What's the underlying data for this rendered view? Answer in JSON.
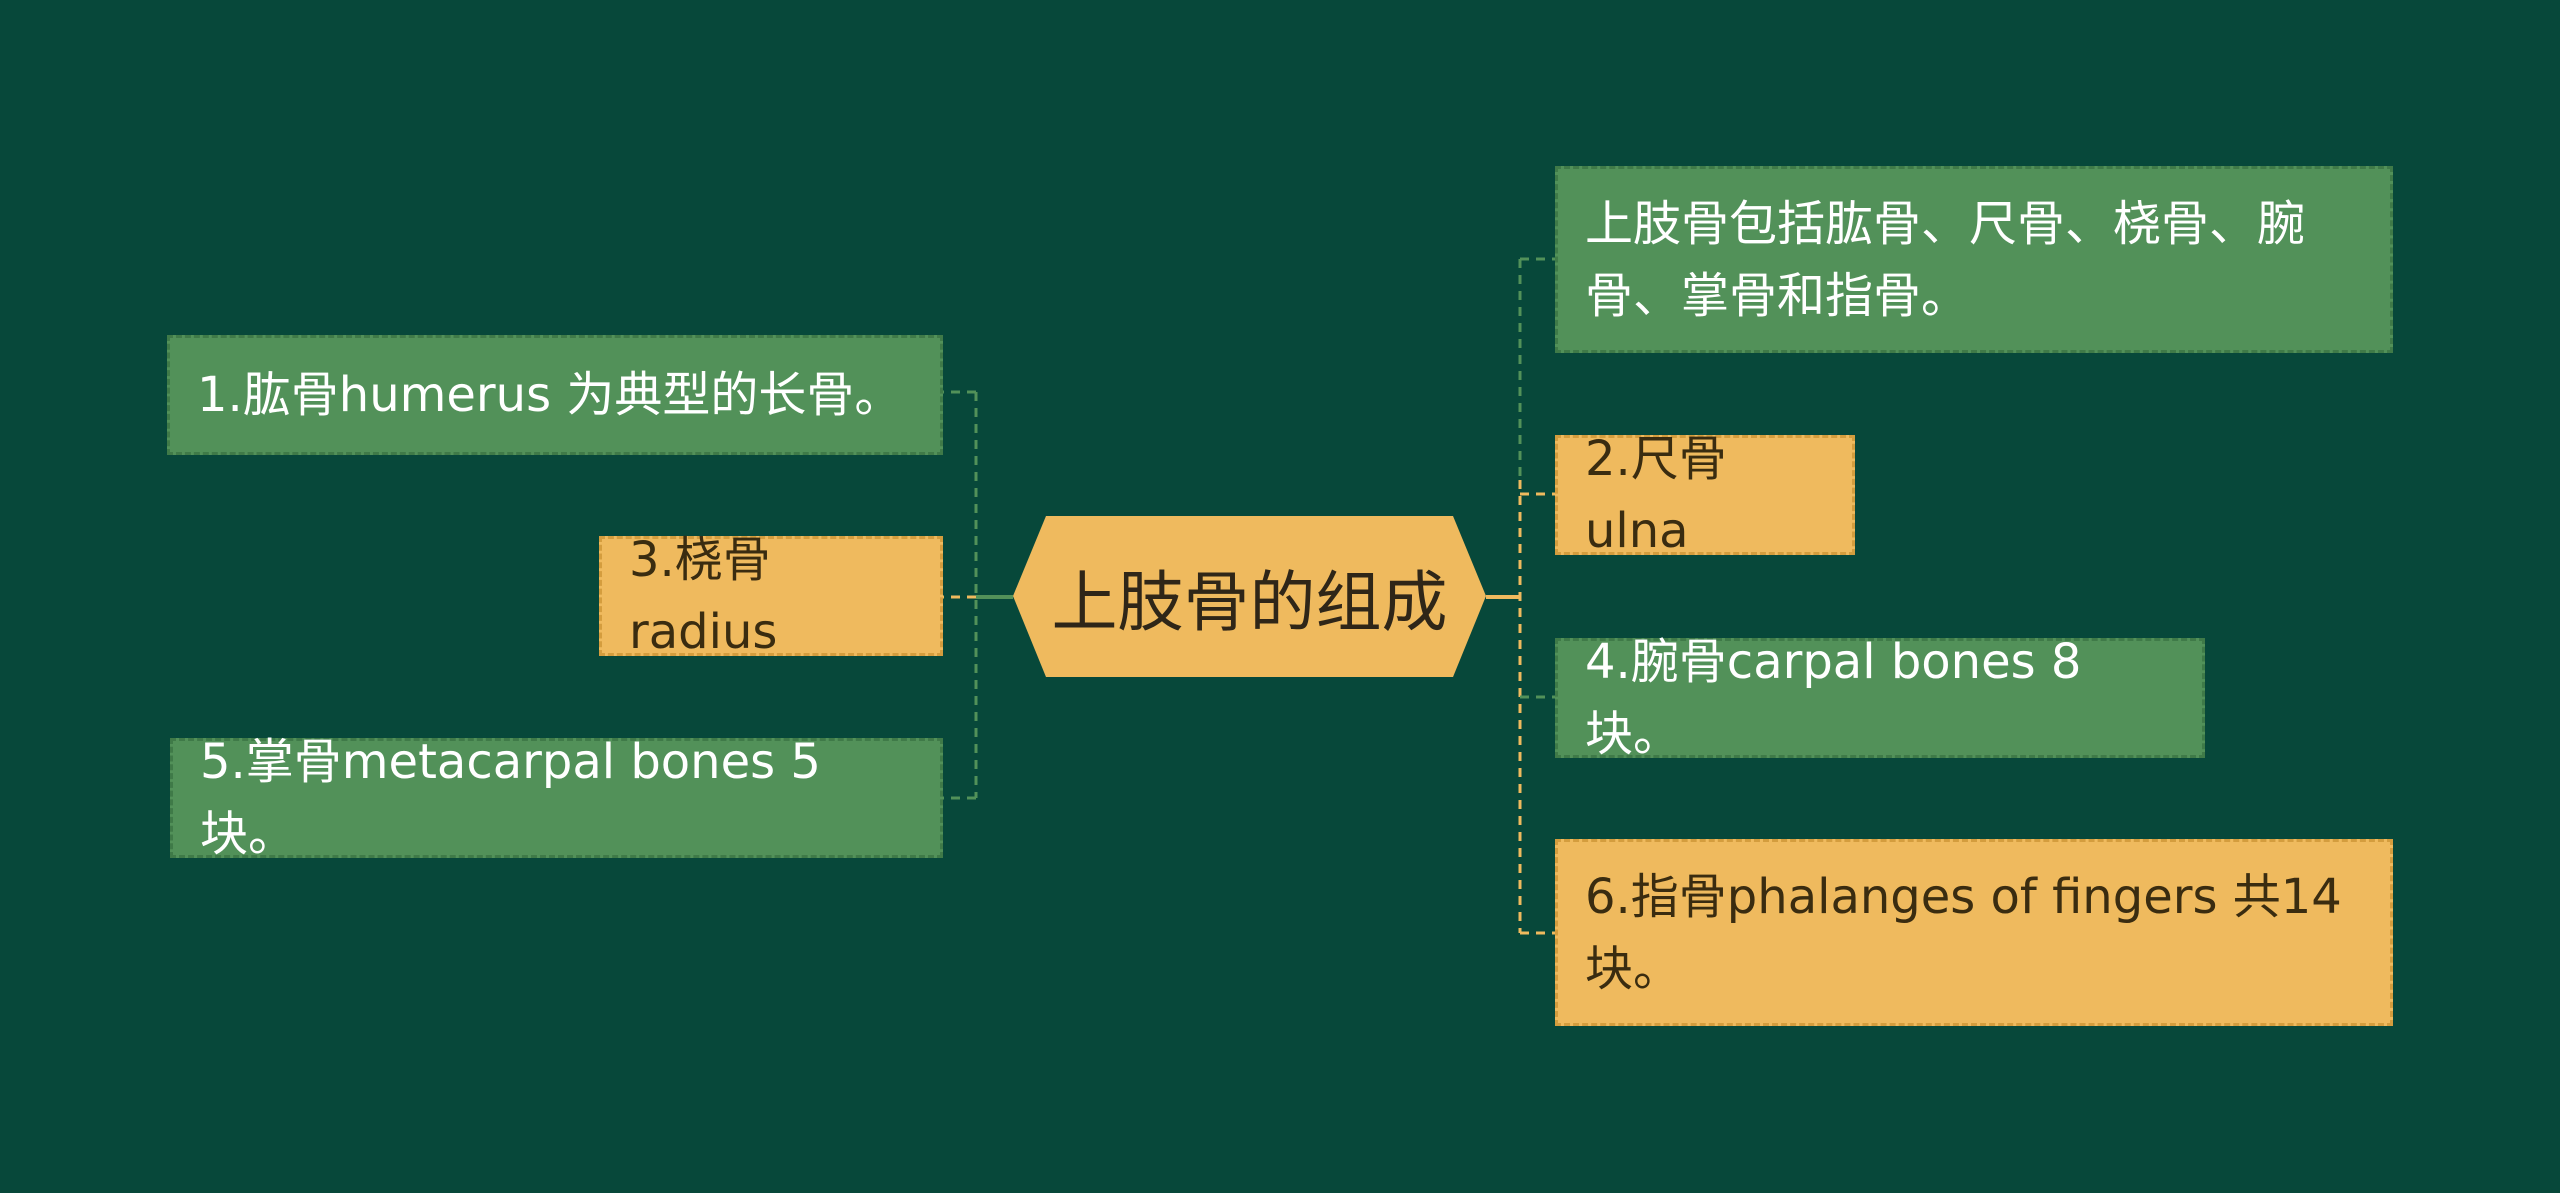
{
  "colors": {
    "background": "#07483a",
    "green_node": "#529159",
    "orange_node": "#efba5e",
    "green_line": "#529159",
    "orange_line": "#efba5e"
  },
  "center": {
    "label": "上肢骨的组成"
  },
  "left_nodes": [
    {
      "text": "1.肱骨humerus 为典型的长骨。",
      "style": "green"
    },
    {
      "text": "3.桡骨radius",
      "style": "orange"
    },
    {
      "text": "5.掌骨metacarpal bones 5块。",
      "style": "green"
    }
  ],
  "right_nodes": [
    {
      "text": "上肢骨包括肱骨、尺骨、桡骨、腕骨、掌骨和指骨。",
      "style": "green"
    },
    {
      "text": "2.尺骨ulna",
      "style": "orange"
    },
    {
      "text": "4.腕骨carpal bones 8块。",
      "style": "green"
    },
    {
      "text": "6.指骨phalanges of fingers 共14块。",
      "style": "orange"
    }
  ]
}
